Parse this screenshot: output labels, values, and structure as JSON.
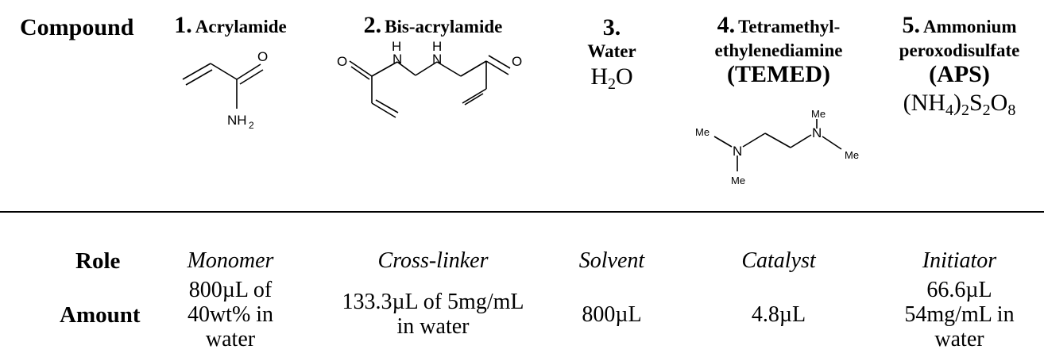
{
  "header": {
    "label": "Compound"
  },
  "compounds": [
    {
      "number": "1.",
      "name": "Acrylamide",
      "atoms": {
        "o": "O",
        "n": "NH",
        "n_sub": "2"
      }
    },
    {
      "number": "2.",
      "name": "Bis-acrylamide",
      "atoms": {
        "o1": "O",
        "h1": "H",
        "n1": "N",
        "h2": "H",
        "n2": "N",
        "o2": "O"
      }
    },
    {
      "number": "3.",
      "name": "Water",
      "formula": {
        "a": "H",
        "sub1": "2",
        "b": "O"
      }
    },
    {
      "number": "4.",
      "name_line1": "Tetramethyl-",
      "name_line2": "ethylenediamine",
      "abbr": "(TEMED)",
      "atoms": {
        "me": "Me",
        "n": "N"
      }
    },
    {
      "number": "5.",
      "name_line1": "Ammonium",
      "name_line2": "peroxodisulfate",
      "abbr": "(APS)",
      "formula": {
        "a": "(NH",
        "s1": "4",
        "b": ")",
        "s2": "2",
        "c": "S",
        "s3": "2",
        "d": "O",
        "s4": "8"
      }
    }
  ],
  "rows": {
    "role": {
      "label": "Role",
      "values": [
        "Monomer",
        "Cross-linker",
        "Solvent",
        "Catalyst",
        "Initiator"
      ]
    },
    "amount": {
      "label": "Amount",
      "values": [
        [
          "800µL of",
          "40wt% in",
          "water"
        ],
        [
          "133.3µL of 5mg/mL",
          "in water"
        ],
        [
          "800µL"
        ],
        [
          "4.8µL"
        ],
        [
          "66.6µL",
          "54mg/mL in",
          "water"
        ]
      ]
    }
  }
}
